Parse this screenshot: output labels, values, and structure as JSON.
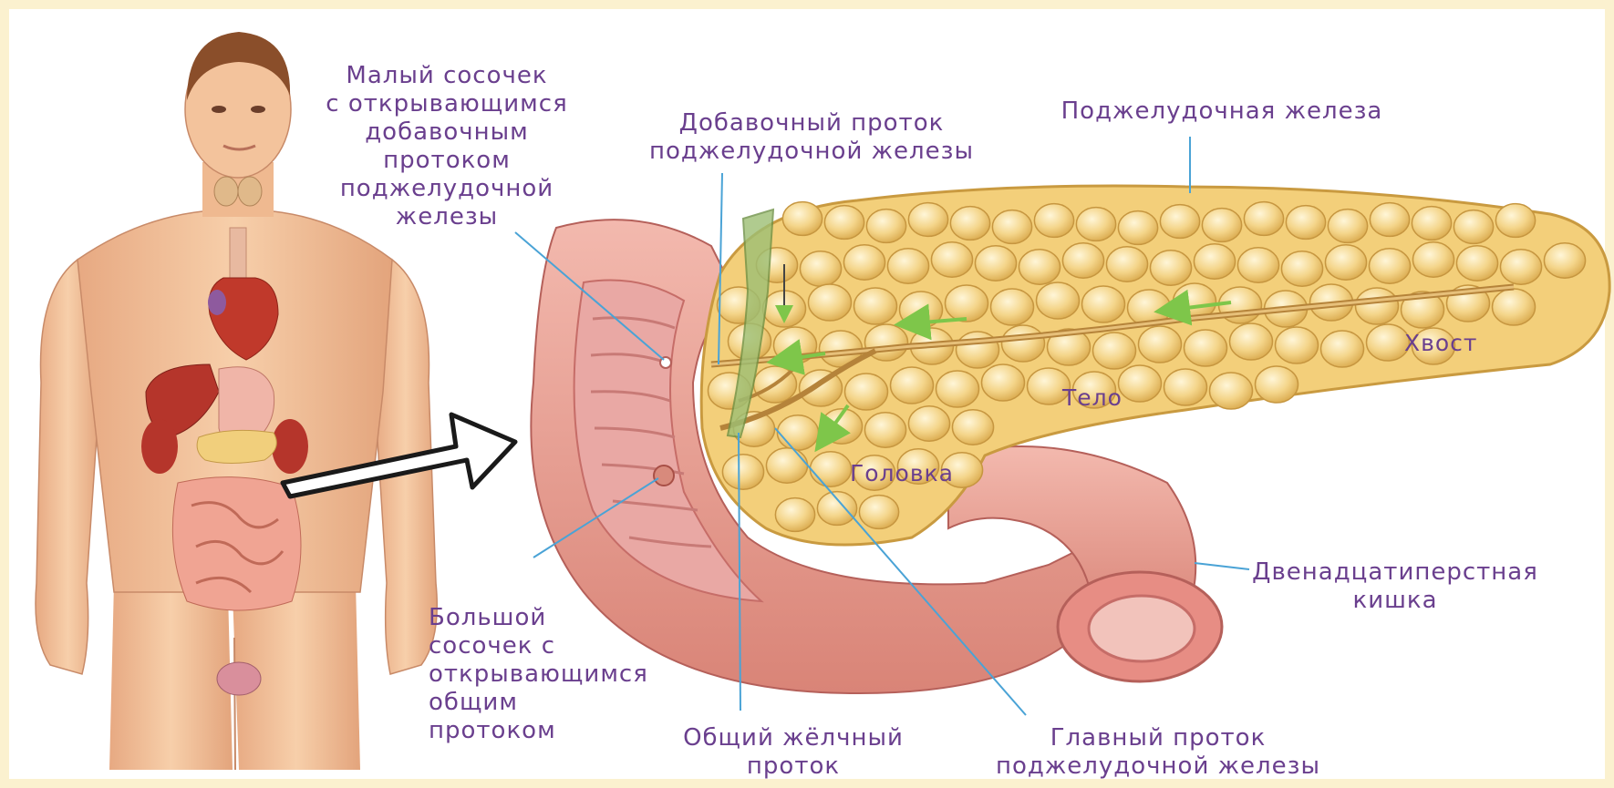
{
  "labels": {
    "minor_papilla": "Малый сосочек\nс открывающимся\nдобавочным\nпротоком\nподжелудочной\nжелезы",
    "accessory_duct": "Добавочный проток\nподжелудочной железы",
    "pancreas": "Поджелудочная железа",
    "tail": "Хвост",
    "body": "Тело",
    "head": "Головка",
    "duodenum": "Двенадцатиперстная\nкишка",
    "major_papilla": "Большой\nсосочек с\nоткрывающимся\nобщим\nпротоком",
    "common_bile_duct": "Общий жёлчный\nпроток",
    "main_duct": "Главный проток\nподжелудочной железы"
  },
  "colors": {
    "label_text": "#6a3f8e",
    "leader_line": "#4aa3d6",
    "frame": "#fbf1cf",
    "skin": "#f2c29a",
    "pancreas": "#f3cf7a",
    "duodenum": "#e89f94"
  }
}
